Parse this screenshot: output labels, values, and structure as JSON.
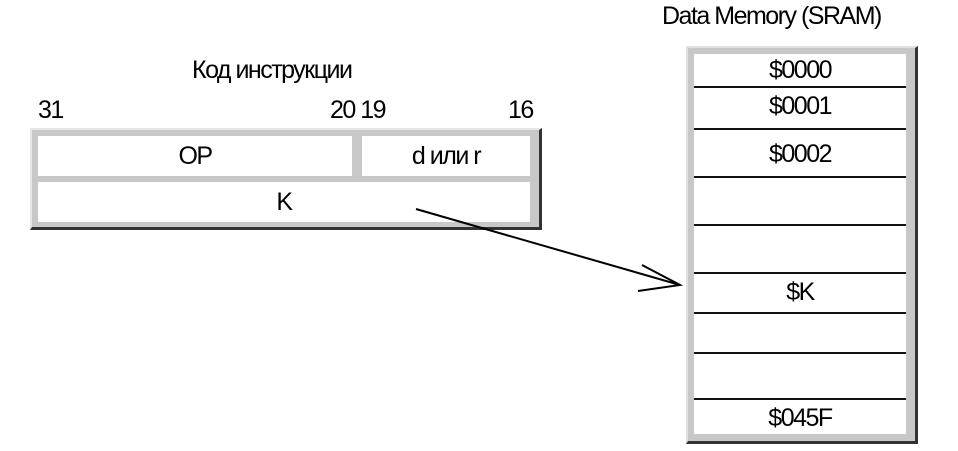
{
  "instruction": {
    "title": "Код инструкции",
    "bit_31": "31",
    "bit_20_19": "20 19",
    "bit_16": "16",
    "op_field": "OP",
    "dr_field": "d или r",
    "k_field": "K"
  },
  "memory": {
    "title": "Data Memory (SRAM)",
    "cells": [
      "$0000",
      "$0001",
      "$0002",
      "",
      "",
      "$K",
      "",
      "",
      "$045F"
    ]
  }
}
